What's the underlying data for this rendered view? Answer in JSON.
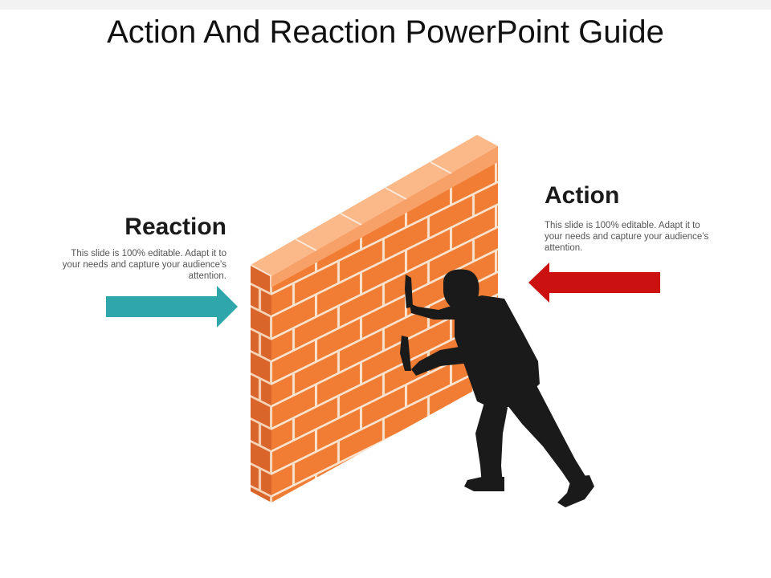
{
  "title": "Action And Reaction PowerPoint Guide",
  "reaction": {
    "label": "Reaction",
    "description": "This slide is 100% editable. Adapt it to your needs and capture your audience's attention.",
    "arrow_color": "#2ea6aa"
  },
  "action": {
    "label": "Action",
    "description": "This slide is 100% editable. Adapt it to your needs and capture your audience's attention.",
    "arrow_color": "#cc1111"
  },
  "colors": {
    "brick": "#f07d33",
    "brick_top": "#fbb888",
    "mortar": "#fbe3cf",
    "silhouette": "#1a1a1a"
  }
}
